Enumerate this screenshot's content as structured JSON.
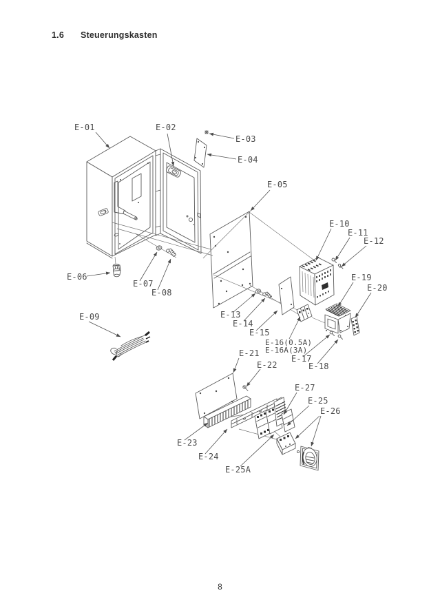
{
  "header": {
    "section_number": "1.6",
    "section_title": "Steuerungskasten"
  },
  "footer": {
    "page_number": "8"
  },
  "diagram": {
    "description": "Exploded parts view of the control box (Steuerungskasten)",
    "labels": {
      "e01": "E-01",
      "e02": "E-02",
      "e03": "E-03",
      "e04": "E-04",
      "e05": "E-05",
      "e06": "E-06",
      "e07": "E-07",
      "e08": "E-08",
      "e09": "E-09",
      "e10": "E-10",
      "e11": "E-11",
      "e12": "E-12",
      "e13": "E-13",
      "e14": "E-14",
      "e15": "E-15",
      "e16": "E-16(0.5A)",
      "e16a": "E-16A(3A)",
      "e17": "E-17",
      "e18": "E-18",
      "e19": "E-19",
      "e20": "E-20",
      "e21": "E-21",
      "e22": "E-22",
      "e23": "E-23",
      "e24": "E-24",
      "e25": "E-25",
      "e25a": "E-25A",
      "e26": "E-26",
      "e27": "E-27"
    }
  }
}
